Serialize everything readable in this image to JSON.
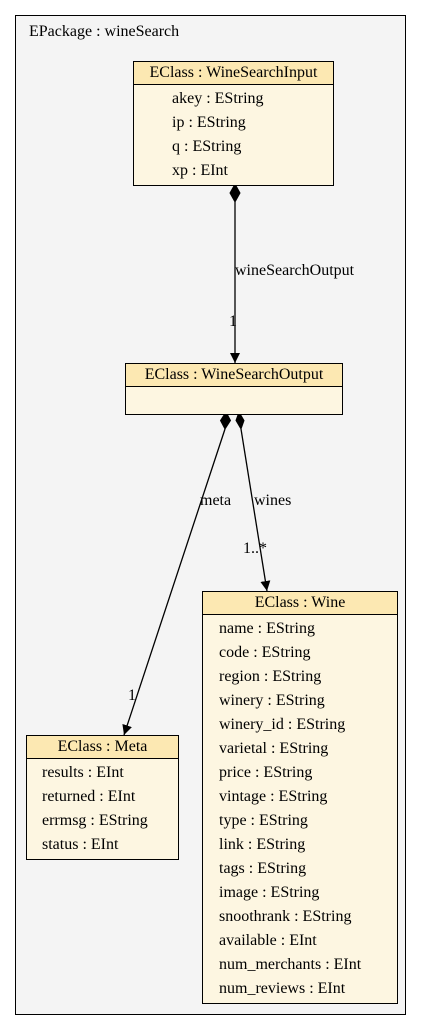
{
  "package": {
    "title": "EPackage : wineSearch"
  },
  "classes": {
    "input": {
      "title": "EClass : WineSearchInput",
      "attributes": [
        "akey : EString",
        "ip : EString",
        "q : EString",
        "xp : EInt"
      ]
    },
    "output": {
      "title": "EClass : WineSearchOutput",
      "attributes": []
    },
    "wine": {
      "title": "EClass : Wine",
      "attributes": [
        "name : EString",
        "code : EString",
        "region : EString",
        "winery : EString",
        "winery_id : EString",
        "varietal : EString",
        "price : EString",
        "vintage : EString",
        "type : EString",
        "link : EString",
        "tags : EString",
        "image : EString",
        "snoothrank : EString",
        "available : EInt",
        "num_merchants : EInt",
        "num_reviews : EInt"
      ]
    },
    "meta": {
      "title": "EClass : Meta",
      "attributes": [
        "results : EInt",
        "returned : EInt",
        "errmsg : EString",
        "status : EInt"
      ]
    }
  },
  "references": {
    "wineSearchOutput": {
      "name": "wineSearchOutput",
      "multiplicity": "1"
    },
    "meta": {
      "name": "meta",
      "multiplicity": "1"
    },
    "wines": {
      "name": "wines",
      "multiplicity": "1..*"
    }
  },
  "colors": {
    "package_fill": "#f4f4f4",
    "class_header_fill": "#fce8b2",
    "class_body_fill": "#fdf6e1",
    "line": "#000000"
  }
}
